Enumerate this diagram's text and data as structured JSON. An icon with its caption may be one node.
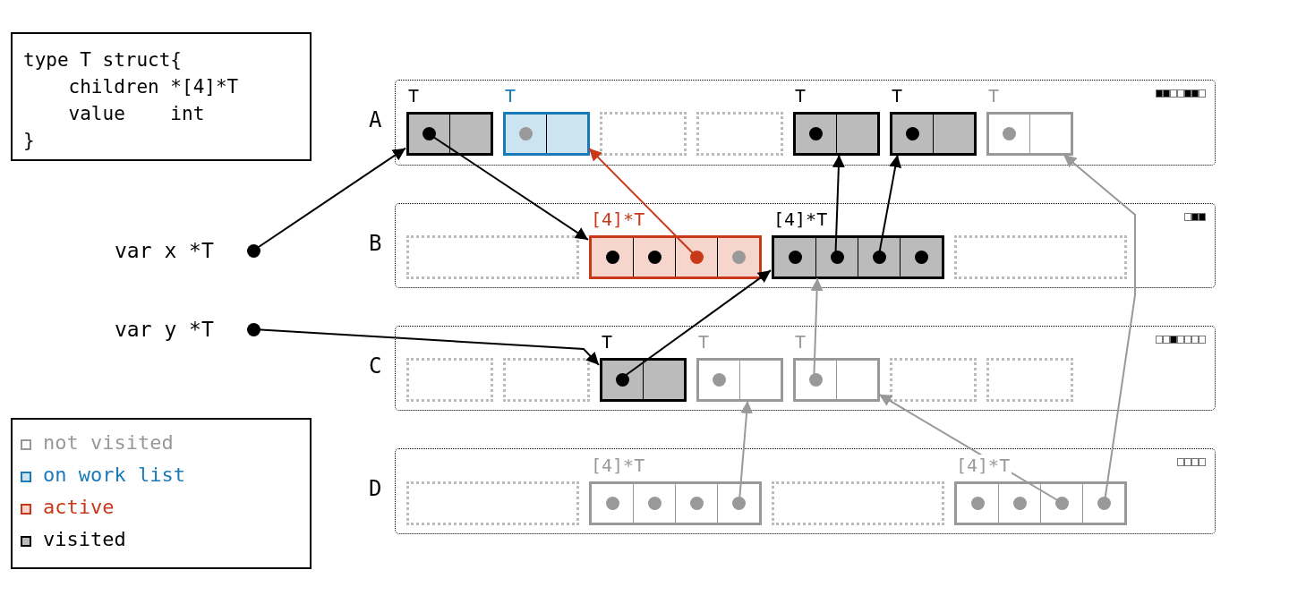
{
  "diagram": {
    "nodes": [
      {
        "text": [
          "type T struct{",
          "    children *[4]*T",
          "    value    int",
          "}"
        ]
      },
      {
        "text": [
          "var x *T"
        ]
      },
      {
        "text": [
          "var y *T"
        ]
      },
      {
        "text": [
          "A"
        ]
      },
      {
        "text": [
          "T"
        ],
        "in": 3
      },
      {
        "text": [
          "T"
        ],
        "in": 3
      },
      {
        "text": [],
        "shape": "box",
        "in": 3
      },
      {
        "text": [],
        "shape": "box",
        "in": 3
      },
      {
        "text": [
          "T"
        ],
        "in": 3
      },
      {
        "text": [
          "T"
        ],
        "in": 3
      },
      {
        "text": [
          "T"
        ],
        "in": 3
      },
      {
        "text": [
          "B"
        ]
      },
      {
        "text": [],
        "shape": "box",
        "in": 11
      },
      {
        "text": [
          "[4]*T"
        ],
        "in": 11
      },
      {
        "text": [
          "[4]*T"
        ],
        "in": 11
      },
      {
        "text": [],
        "shape": "box",
        "in": 11
      },
      {
        "text": [
          "C"
        ]
      },
      {
        "text": [],
        "shape": "box",
        "in": 16
      },
      {
        "text": [],
        "shape": "box",
        "in": 16
      },
      {
        "text": [
          "T"
        ],
        "in": 16
      },
      {
        "text": [
          "T"
        ],
        "in": 16
      },
      {
        "text": [
          "T"
        ],
        "in": 16
      },
      {
        "text": [],
        "shape": "box",
        "in": 16
      },
      {
        "text": [],
        "shape": "box",
        "in": 16
      },
      {
        "text": [
          "D"
        ]
      },
      {
        "text": [],
        "shape": "box",
        "in": 24
      },
      {
        "text": [
          "[4]*T"
        ],
        "in": 24
      },
      {
        "text": [],
        "shape": "box",
        "in": 24
      },
      {
        "text": [
          "[4]*T"
        ],
        "in": 24
      }
    ],
    "edges": [
      {
        "from": 1,
        "to": 4,
        "arrow": "to"
      },
      {
        "from": 4,
        "to": 13,
        "arrow": "to"
      },
      {
        "from": 13,
        "to": 5,
        "arrow": "to",
        "color": "#c8391a"
      },
      {
        "from": 14,
        "to": 8,
        "arrow": "to"
      },
      {
        "from": 14,
        "to": 9,
        "arrow": "to"
      },
      {
        "from": 2,
        "to": 19,
        "arrow": "to"
      },
      {
        "from": 19,
        "to": 14,
        "arrow": "to"
      },
      {
        "from": 21,
        "to": 14,
        "arrow": "to",
        "color": "#999999"
      },
      {
        "from": 26,
        "to": 20,
        "arrow": "to",
        "color": "#999999"
      },
      {
        "from": 28,
        "to": 21,
        "arrow": "to",
        "color": "#999999"
      },
      {
        "from": 28,
        "to": 10,
        "arrow": "to",
        "color": "#999999"
      }
    ],
    "legend": [
      {
        "text": "not visited",
        "color": "#999999"
      },
      {
        "text": "on work list",
        "color": "#1a7ab8"
      },
      {
        "text": "active",
        "color": "#c8391a"
      },
      {
        "text": "visited",
        "color": "#000000"
      }
    ]
  }
}
